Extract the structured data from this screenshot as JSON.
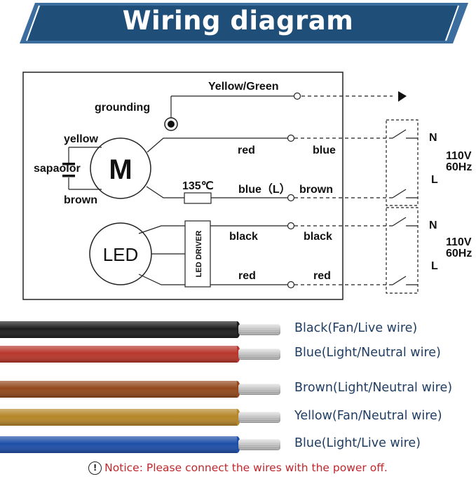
{
  "title": "Wiring diagram",
  "colors": {
    "banner": "#1f4e79",
    "banner_edge": "#3b6d9f",
    "notice": "#c0262c",
    "label_text": "#1f3d63"
  },
  "diagram": {
    "ground_wire": "Yellow/Green",
    "grounding": "grounding",
    "motor": "M",
    "cap_top": "yellow",
    "cap_label": "sapaolor",
    "cap_bottom": "brown",
    "motor_red": "red",
    "terminal_blue": "blue",
    "thermal_fuse": "135℃",
    "motor_blue_l": "blue（L）",
    "terminal_brown": "brown",
    "led": "LED",
    "driver": "LED DRIVER",
    "led_black": "black",
    "terminal_black": "black",
    "led_red": "red",
    "terminal_red": "red",
    "supply1": {
      "n": "N",
      "l": "L",
      "voltage": "110V",
      "freq": "60Hz"
    },
    "supply2": {
      "n": "N",
      "l": "L",
      "voltage": "110V",
      "freq": "60Hz"
    }
  },
  "cables": [
    {
      "label": "Black(Fan/Live wire)",
      "color": "#1e1e1e"
    },
    {
      "label": "Blue(Light/Neutral wire)",
      "color": "#b8362b"
    },
    {
      "label": "Brown(Light/Neutral wire)",
      "color": "#93491c"
    },
    {
      "label": "Yellow(Fan/Neutral wire)",
      "color": "#b68628"
    },
    {
      "label": "Blue(Light/Live wire)",
      "color": "#1d4ea8"
    }
  ],
  "notice": {
    "icon": "exclamation-circle-icon",
    "text": "Notice: Please connect the wires with the power off."
  }
}
